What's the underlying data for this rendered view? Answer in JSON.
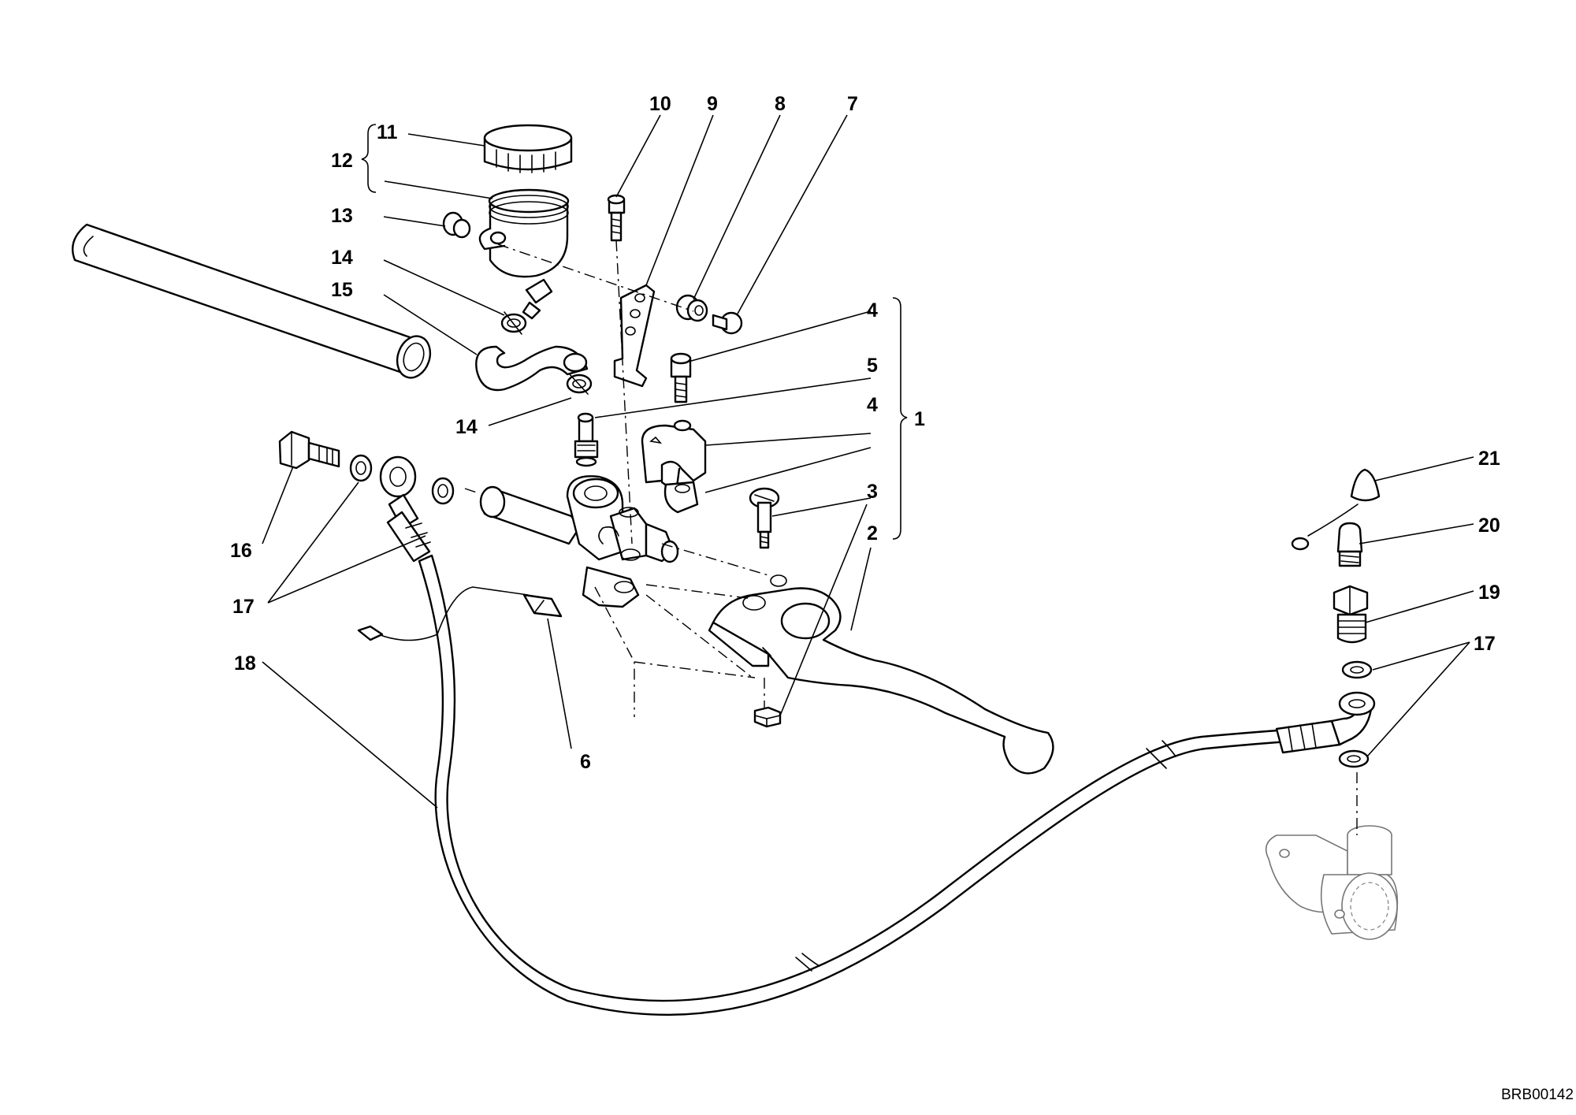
{
  "diagram": {
    "code": "BRB00142",
    "callouts": {
      "c1": "1",
      "c2": "2",
      "c3": "3",
      "c4a": "4",
      "c4b": "4",
      "c5": "5",
      "c6": "6",
      "c7": "7",
      "c8": "8",
      "c9": "9",
      "c10": "10",
      "c11": "11",
      "c12": "12",
      "c13": "13",
      "c14a": "14",
      "c14b": "14",
      "c15": "15",
      "c16": "16",
      "c17a": "17",
      "c17b": "17",
      "c18": "18",
      "c19": "19",
      "c20": "20",
      "c21": "21"
    }
  }
}
